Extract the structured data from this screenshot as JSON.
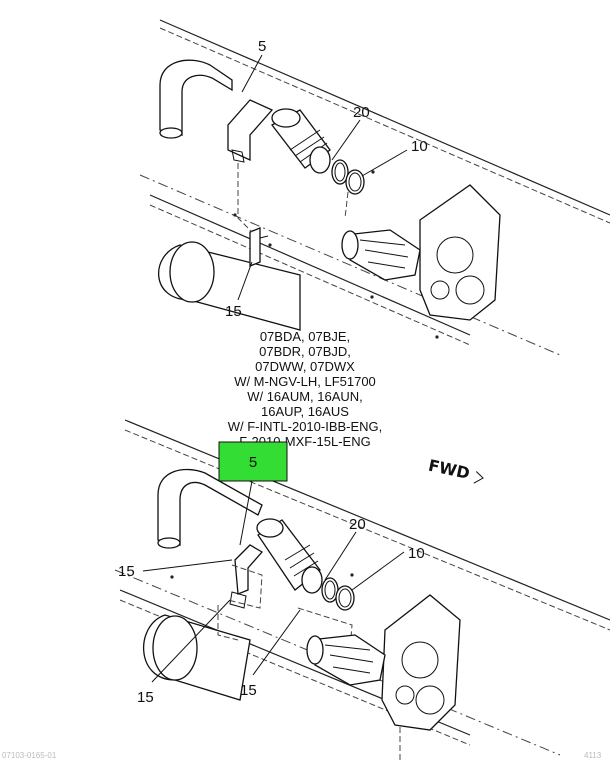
{
  "diagram": {
    "top_view": {
      "callouts": {
        "c5": "5",
        "c20": "20",
        "c10": "10",
        "c15": "15"
      }
    },
    "applicability_note": [
      "07BDA, 07BJE,",
      "07BDR, 07BJD,",
      "07DWW, 07DWX",
      "W/ M-NGV-LH, LF51700",
      "W/ 16AUM, 16AUN,",
      "16AUP, 16AUS",
      "W/ F-INTL-2010-IBB-ENG,",
      "F-2010-MXF-15L-ENG"
    ],
    "bottom_view": {
      "highlighted_callout": "5",
      "highlight_color": "#33dd33",
      "callouts": {
        "c20": "20",
        "c10": "10",
        "c15_left": "15",
        "c15_lower_left": "15",
        "c15_lower_mid": "15"
      }
    },
    "fwd_label": "FWD",
    "footer_left": "07103-0165-01",
    "footer_right": "4113"
  }
}
